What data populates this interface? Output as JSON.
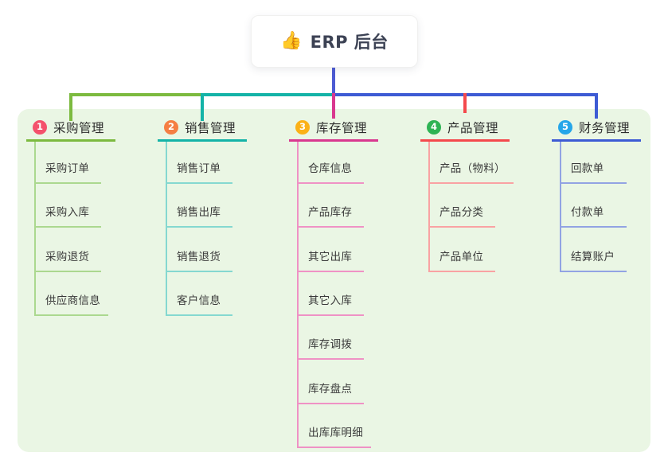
{
  "root": {
    "icon": "thumbs-up",
    "emoji": "👍",
    "title": "ERP 后台",
    "line_color": "#4d5bd3"
  },
  "panel": {
    "background": "#eaf6e4"
  },
  "branches": [
    {
      "num": "1",
      "label": "采购管理",
      "badge_color": "#f4516c",
      "line_color": "#7cba3f",
      "sub_line_color": "#abd88f",
      "children": [
        "采购订单",
        "采购入库",
        "采购退货",
        "供应商信息"
      ]
    },
    {
      "num": "2",
      "label": "销售管理",
      "badge_color": "#f57e43",
      "line_color": "#14b3a7",
      "sub_line_color": "#85d8d0",
      "children": [
        "销售订单",
        "销售出库",
        "销售退货",
        "客户信息"
      ]
    },
    {
      "num": "3",
      "label": "库存管理",
      "badge_color": "#fbb117",
      "line_color": "#d9388f",
      "sub_line_color": "#ef92c5",
      "children": [
        "仓库信息",
        "产品库存",
        "其它出库",
        "其它入库",
        "库存调拨",
        "库存盘点",
        "出库库明细"
      ]
    },
    {
      "num": "4",
      "label": "产品管理",
      "badge_color": "#2eb354",
      "line_color": "#f4494c",
      "sub_line_color": "#f9a2a3",
      "children": [
        "产品（物料）",
        "产品分类",
        "产品单位"
      ]
    },
    {
      "num": "5",
      "label": "财务管理",
      "badge_color": "#25a6e9",
      "line_color": "#3d5bd4",
      "sub_line_color": "#92a3e3",
      "children": [
        "回款单",
        "付款单",
        "结算账户"
      ]
    }
  ]
}
